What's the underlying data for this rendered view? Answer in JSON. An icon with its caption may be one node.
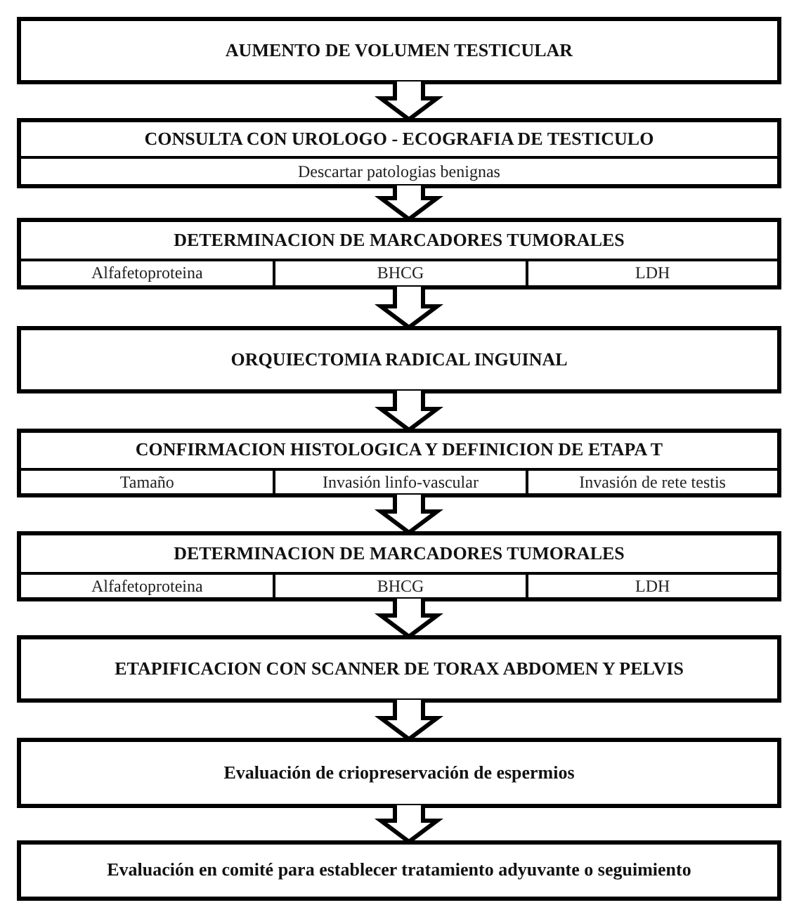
{
  "diagram": {
    "nodes": [
      {
        "text": [
          "AUMENTO DE VOLUMEN TESTICULAR"
        ]
      },
      {
        "text": [
          "CONSULTA CON UROLOGO - ECOGRAFIA DE TESTICULO",
          "Descartar patologias benignas"
        ]
      },
      {
        "text": [
          "DETERMINACION DE MARCADORES TUMORALES"
        ]
      },
      {
        "text": [
          "Alfafetoproteina"
        ],
        "in": 2
      },
      {
        "text": [
          "BHCG"
        ],
        "in": 2
      },
      {
        "text": [
          "LDH"
        ],
        "in": 2
      },
      {
        "text": [
          "ORQUIECTOMIA RADICAL INGUINAL"
        ]
      },
      {
        "text": [
          "CONFIRMACION HISTOLOGICA Y DEFINICION DE ETAPA T"
        ]
      },
      {
        "text": [
          "Tamaño"
        ],
        "in": 7
      },
      {
        "text": [
          "Invasión linfo-vascular"
        ],
        "in": 7
      },
      {
        "text": [
          "Invasión de rete testis"
        ],
        "in": 7
      },
      {
        "text": [
          "DETERMINACION DE MARCADORES TUMORALES"
        ]
      },
      {
        "text": [
          "Alfafetoproteina"
        ],
        "in": 11
      },
      {
        "text": [
          "BHCG"
        ],
        "in": 11
      },
      {
        "text": [
          "LDH"
        ],
        "in": 11
      },
      {
        "text": [
          "ETAPIFICACION CON SCANNER DE TORAX ABDOMEN Y PELVIS"
        ]
      },
      {
        "text": [
          "Evaluación de criopreservación de espermios"
        ]
      },
      {
        "text": [
          "Evaluación en comité para establecer tratamiento adyuvante o seguimiento"
        ]
      }
    ],
    "edges": [
      {
        "from": 0,
        "to": 1,
        "arrow": "to"
      },
      {
        "from": 1,
        "to": 2,
        "arrow": "to"
      },
      {
        "from": 2,
        "to": 6,
        "arrow": "to"
      },
      {
        "from": 6,
        "to": 7,
        "arrow": "to"
      },
      {
        "from": 7,
        "to": 11,
        "arrow": "to"
      },
      {
        "from": 11,
        "to": 15,
        "arrow": "to"
      },
      {
        "from": 15,
        "to": 16,
        "arrow": "to"
      },
      {
        "from": 16,
        "to": 17,
        "arrow": "to"
      }
    ]
  }
}
